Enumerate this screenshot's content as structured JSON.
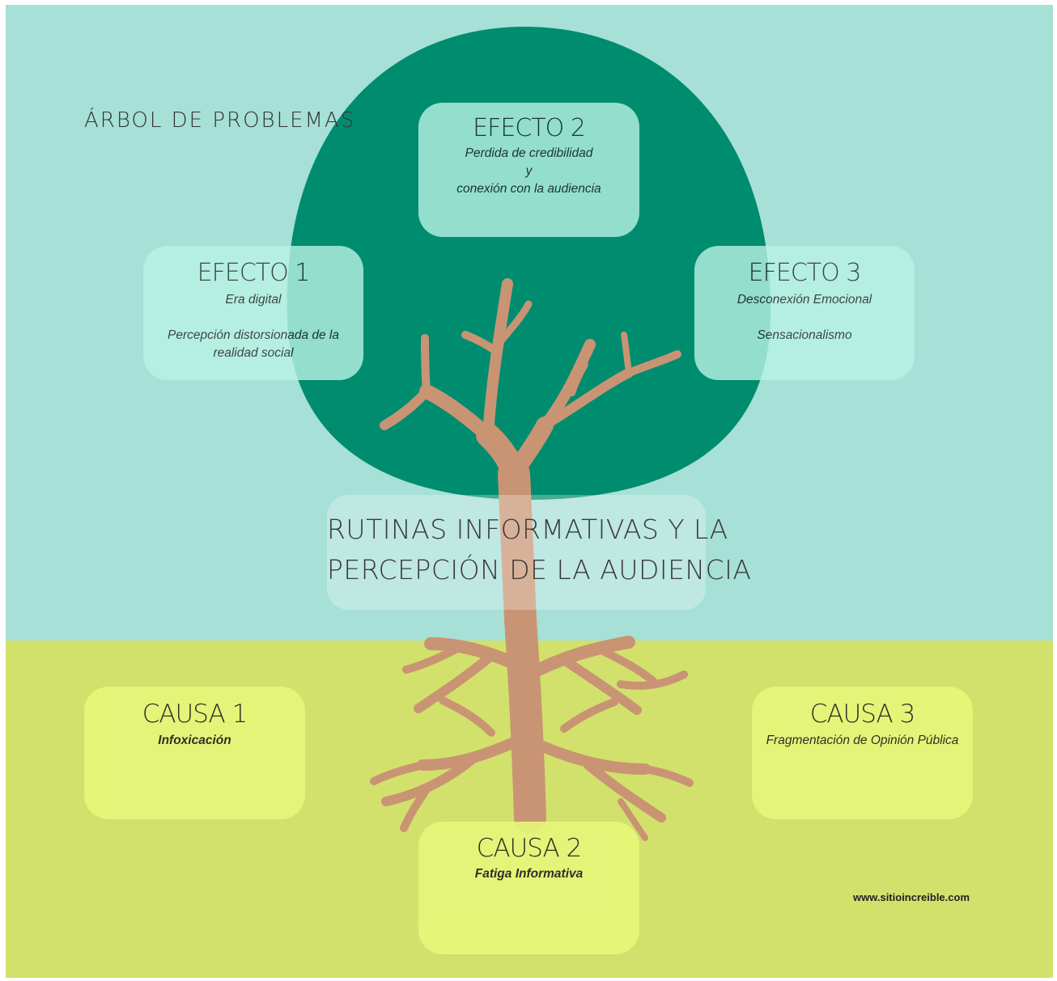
{
  "title": "ÁRBOL DE PROBLEMAS",
  "center": {
    "line1": "RUTINAS INFORMATIVAS Y LA",
    "line2": "PERCEPCIÓN DE LA AUDIENCIA"
  },
  "effects": [
    {
      "title": "EFECTO 1",
      "lines": [
        "Era digital",
        "",
        "Percepción distorsionada de la",
        "realidad social"
      ]
    },
    {
      "title": "EFECTO 2",
      "lines": [
        "Perdida de credibilidad",
        "y",
        "conexión con la audiencia"
      ]
    },
    {
      "title": "EFECTO 3",
      "lines": [
        "Desconexión Emocional",
        "",
        "Sensacionalismo"
      ]
    }
  ],
  "causes": [
    {
      "title": "CAUSA 1",
      "lines": [
        "Infoxicación"
      ]
    },
    {
      "title": "CAUSA 2",
      "lines": [
        "Fatiga Informativa"
      ]
    },
    {
      "title": "CAUSA 3",
      "lines": [
        "Fragmentación de Opinión Pública"
      ]
    }
  ],
  "footer": {
    "url": "www.sitioincreible.com"
  },
  "colors": {
    "sky": "#a6e0d6",
    "ground": "#d2e16c",
    "foliage": "#008c6e",
    "trunk": "#c99474",
    "effect_box": "#b9f3e6",
    "cause_box": "#e6f67a"
  }
}
